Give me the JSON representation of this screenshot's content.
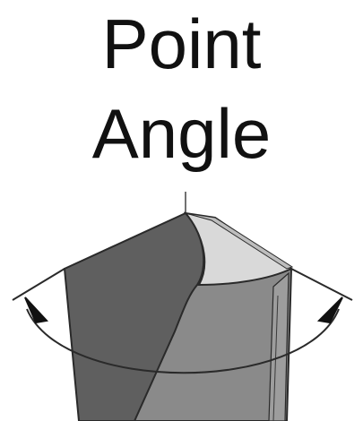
{
  "title": {
    "line1": "Point",
    "line2": "Angle"
  },
  "colors": {
    "background": "#ffffff",
    "text": "#111111",
    "body_dark": "#5f5f5f",
    "body_mid": "#8a8a8a",
    "tip_light": "#d9d9d9",
    "outline": "#2a2a2a"
  },
  "icons": {
    "left_arrow": "curved-arrow-left",
    "right_arrow": "curved-arrow-right",
    "axis": "center-axis-line"
  }
}
